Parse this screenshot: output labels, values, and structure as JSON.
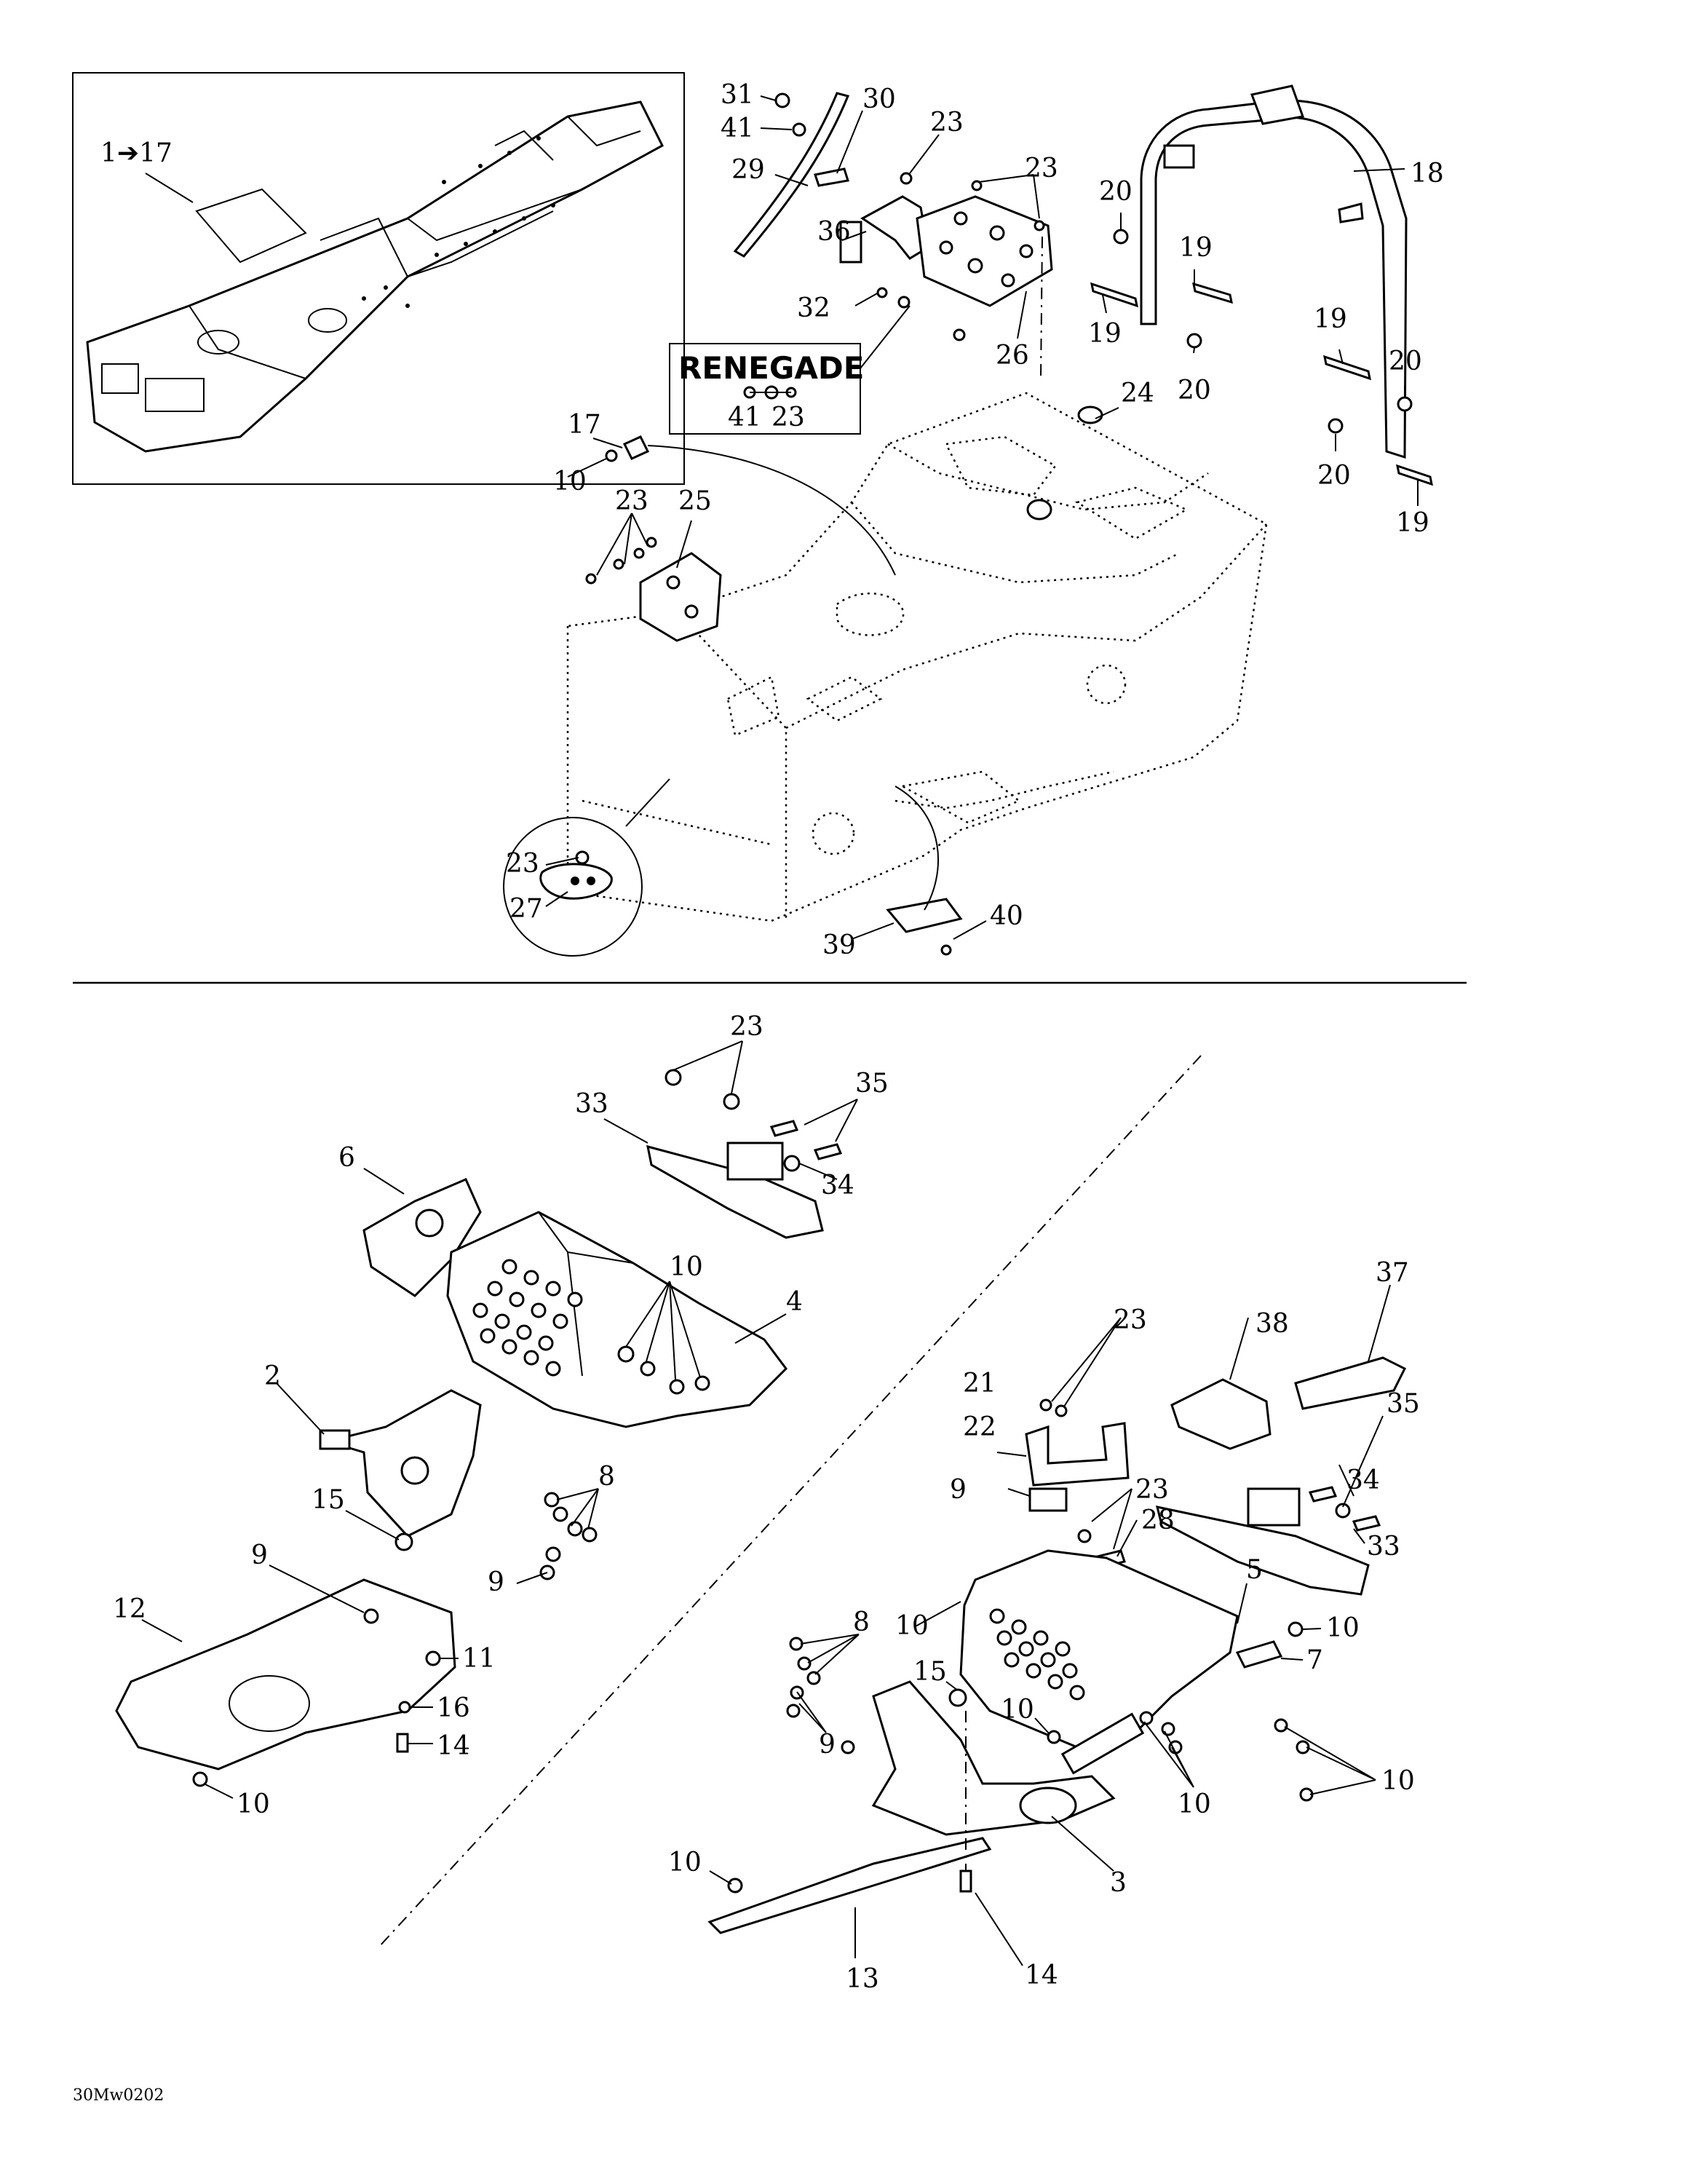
{
  "inset_label": "1➔17",
  "renegade_box": {
    "title": "RENEGADE",
    "parts": [
      "41",
      "23"
    ]
  },
  "callouts": {
    "p31": "31",
    "p41": "41",
    "p30": "30",
    "p29": "29",
    "p23a": "23",
    "p23b": "23",
    "p36": "36",
    "p32": "32",
    "p26": "26",
    "p18": "18",
    "p20a": "20",
    "p19a": "19",
    "p19b": "19",
    "p20b": "20",
    "p19c": "19",
    "p20c": "20",
    "p20d": "20",
    "p19d": "19",
    "p24": "24",
    "p17": "17",
    "p10a": "10",
    "p23c": "23",
    "p25": "25",
    "p23d": "23",
    "p27": "27",
    "p40": "40",
    "p39": "39",
    "p23e": "23",
    "p35a": "35",
    "p33a": "33",
    "p34a": "34",
    "p6": "6",
    "p10b": "10",
    "p4": "4",
    "p2": "2",
    "p8a": "8",
    "p15a": "15",
    "p9a": "9",
    "p9b": "9",
    "p12": "12",
    "p11": "11",
    "p16": "16",
    "p14a": "14",
    "p10c": "10",
    "p37": "37",
    "p23f": "23",
    "p38": "38",
    "p21": "21",
    "p35b": "35",
    "p22": "22",
    "p34b": "34",
    "p9c": "9",
    "p23g": "23",
    "p28": "28",
    "p33b": "33",
    "p5": "5",
    "p10d": "10",
    "p10e": "10",
    "p7": "7",
    "p8b": "8",
    "p15b": "15",
    "p10f": "10",
    "p9d": "9",
    "p10g": "10",
    "p10h": "10",
    "p3": "3",
    "p10i": "10",
    "p13": "13",
    "p14b": "14"
  },
  "diagram_code": "30Mw0202",
  "colors": {
    "ink": "#000000",
    "paper": "#ffffff"
  }
}
